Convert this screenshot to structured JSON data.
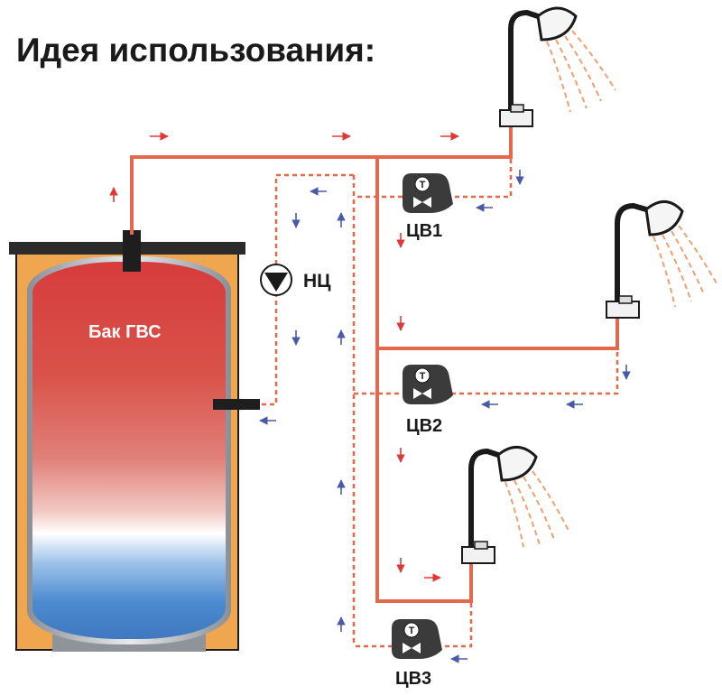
{
  "title": "Идея использования:",
  "tank": {
    "label": "Бак ГВС"
  },
  "pump": {
    "label": "НЦ"
  },
  "valves": [
    {
      "label": "ЦВ1",
      "symbol": "Т"
    },
    {
      "label": "ЦВ2",
      "symbol": "Т"
    },
    {
      "label": "ЦВ3",
      "symbol": "Т"
    }
  ],
  "colors": {
    "hot_pipe": "#e4694c",
    "flow_arrow_hot": "#e03a36",
    "flow_arrow_return": "#4b5aa8",
    "tank_jacket": "#f0a64e",
    "tank_hot": "#d94343",
    "tank_cold": "#4a86c8",
    "shower": "#1a1a1a",
    "water_spray": "#f0a070"
  }
}
